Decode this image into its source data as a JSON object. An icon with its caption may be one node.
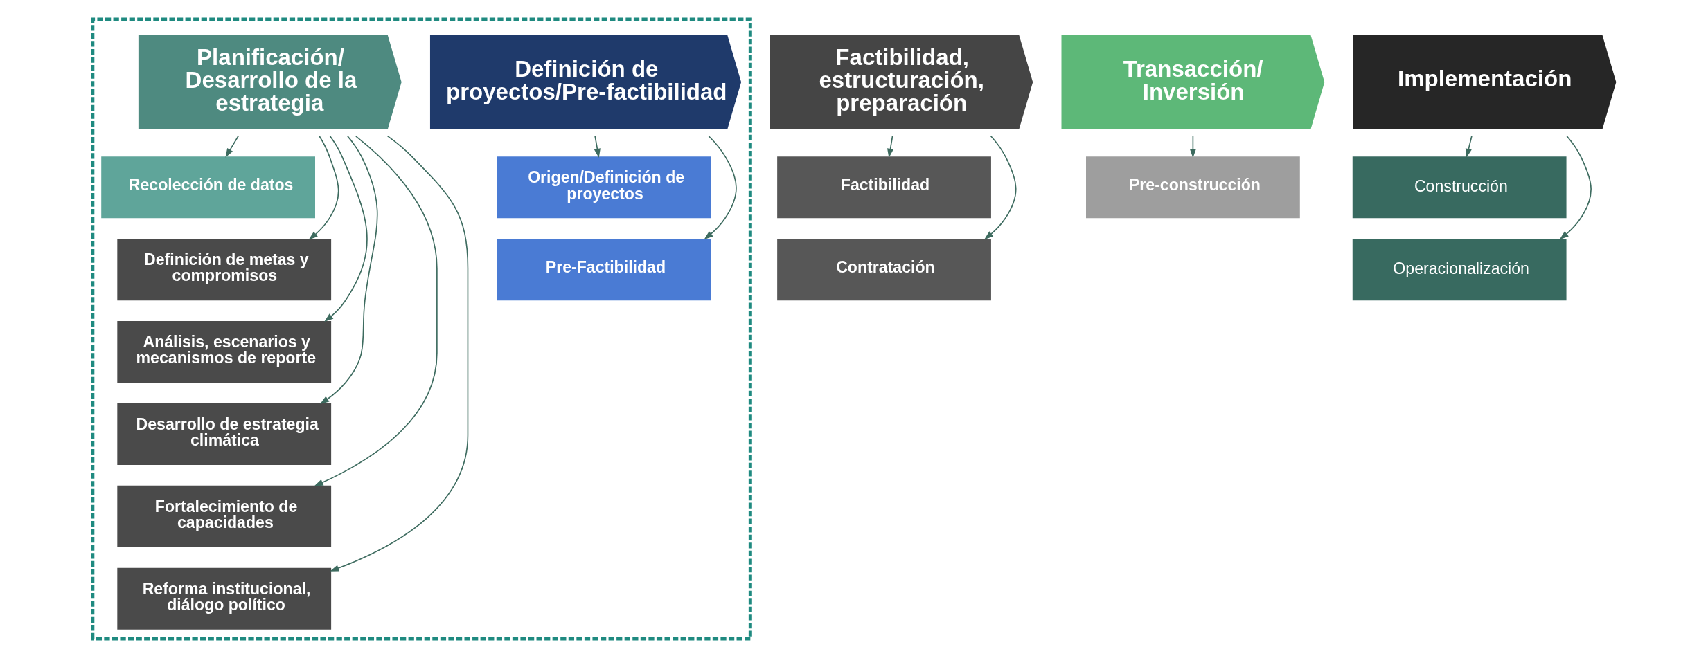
{
  "diagram": {
    "nodes": [
      {
        "text": [],
        "shape": "box"
      },
      {
        "text": [
          "Planificación/ Desarrollo de la estrategia"
        ],
        "in": 0
      },
      {
        "text": [
          "Definición de proyectos/Pre-factibilidad"
        ],
        "in": 0
      },
      {
        "text": [
          "Factibilidad, estructuración, preparación"
        ]
      },
      {
        "text": [
          "Transacción/ Inversión"
        ]
      },
      {
        "text": [
          "Implementación"
        ]
      },
      {
        "text": [
          "Recolección de datos"
        ],
        "in": 0
      },
      {
        "text": [
          "Definición de metas y compromisos"
        ],
        "in": 0
      },
      {
        "text": [
          "Análisis, escenarios y mecanismos de reporte"
        ],
        "in": 0
      },
      {
        "text": [
          "Desarrollo de estrategia climática"
        ],
        "in": 0
      },
      {
        "text": [
          "Fortalecimiento de capacidades"
        ],
        "in": 0
      },
      {
        "text": [
          "Reforma institucional, diálogo político"
        ],
        "in": 0
      },
      {
        "text": [
          "Origen/Definición de proyectos"
        ],
        "in": 0
      },
      {
        "text": [
          "Pre-Factibilidad"
        ],
        "in": 0
      },
      {
        "text": [
          "Factibilidad"
        ]
      },
      {
        "text": [
          "Contratación"
        ]
      },
      {
        "text": [
          "Pre-construcción"
        ]
      },
      {
        "text": [
          "Construcción"
        ]
      },
      {
        "text": [
          "Operacionalización"
        ]
      }
    ],
    "edges": [
      {
        "from": 1,
        "to": 6,
        "arrow": "to"
      },
      {
        "from": 1,
        "to": 7,
        "arrow": "to"
      },
      {
        "from": 1,
        "to": 8,
        "arrow": "to"
      },
      {
        "from": 1,
        "to": 9,
        "arrow": "to"
      },
      {
        "from": 1,
        "to": 10,
        "arrow": "to"
      },
      {
        "from": 1,
        "to": 11,
        "arrow": "to"
      },
      {
        "from": 2,
        "to": 12,
        "arrow": "to"
      },
      {
        "from": 2,
        "to": 13,
        "arrow": "to"
      },
      {
        "from": 3,
        "to": 14,
        "arrow": "to"
      },
      {
        "from": 3,
        "to": 15,
        "arrow": "to"
      },
      {
        "from": 4,
        "to": 16,
        "arrow": "to"
      },
      {
        "from": 5,
        "to": 17,
        "arrow": "to"
      },
      {
        "from": 5,
        "to": 18,
        "arrow": "to"
      }
    ]
  }
}
